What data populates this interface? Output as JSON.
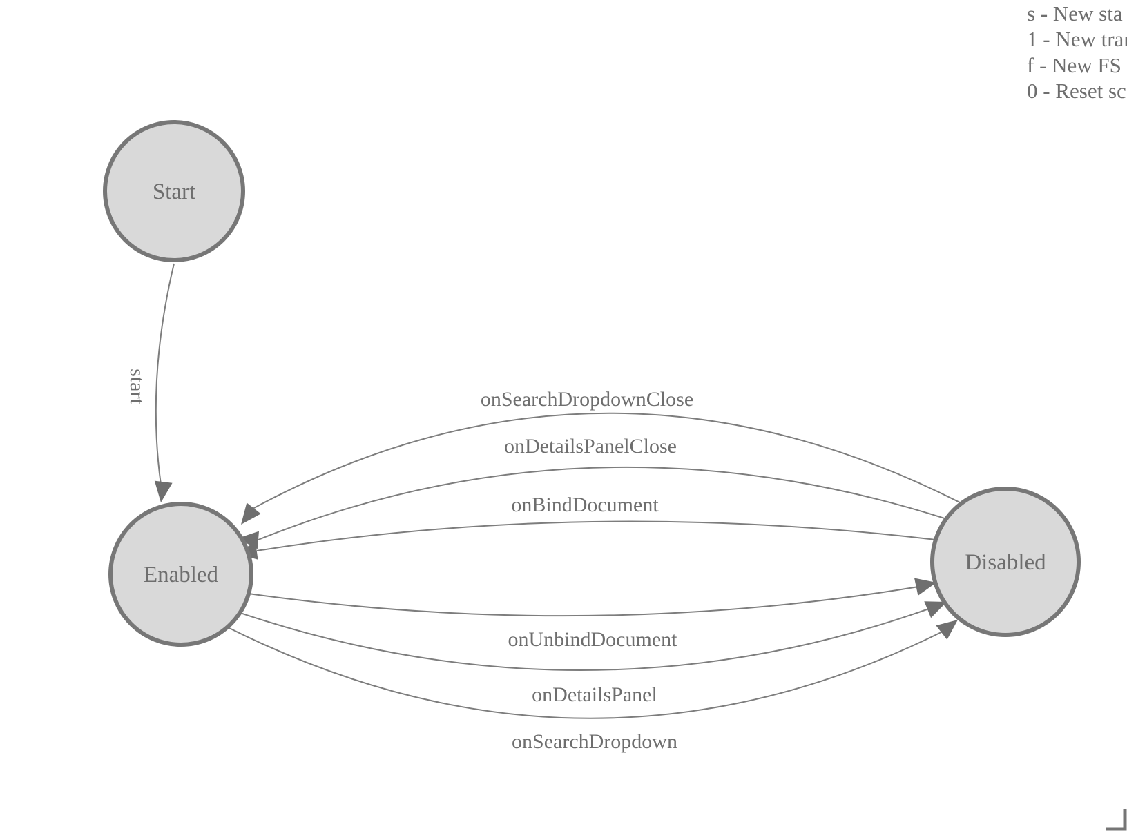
{
  "diagram": {
    "type": "fsm-state-diagram",
    "states": [
      {
        "label": "Start"
      },
      {
        "label": "Enabled"
      },
      {
        "label": "Disabled"
      }
    ],
    "transitions": [
      {
        "label": "start",
        "from": "Start",
        "to": "Enabled"
      },
      {
        "label": "onSearchDropdownClose",
        "from": "Disabled",
        "to": "Enabled"
      },
      {
        "label": "onDetailsPanelClose",
        "from": "Disabled",
        "to": "Enabled"
      },
      {
        "label": "onBindDocument",
        "from": "Disabled",
        "to": "Enabled"
      },
      {
        "label": "onUnbindDocument",
        "from": "Enabled",
        "to": "Disabled"
      },
      {
        "label": "onDetailsPanel",
        "from": "Enabled",
        "to": "Disabled"
      },
      {
        "label": "onSearchDropdown",
        "from": "Enabled",
        "to": "Disabled"
      }
    ]
  },
  "legend": {
    "lines": [
      "s - New sta",
      "1 - New tran",
      "f - New FS",
      "0 - Reset sc"
    ]
  },
  "colors": {
    "state_fill": "#d9d9d9",
    "state_stroke": "#777777",
    "edge_line": "#7d7d7d",
    "arrowhead": "#6f6f6f",
    "text": "#6e6e6e",
    "background": "#ffffff"
  }
}
